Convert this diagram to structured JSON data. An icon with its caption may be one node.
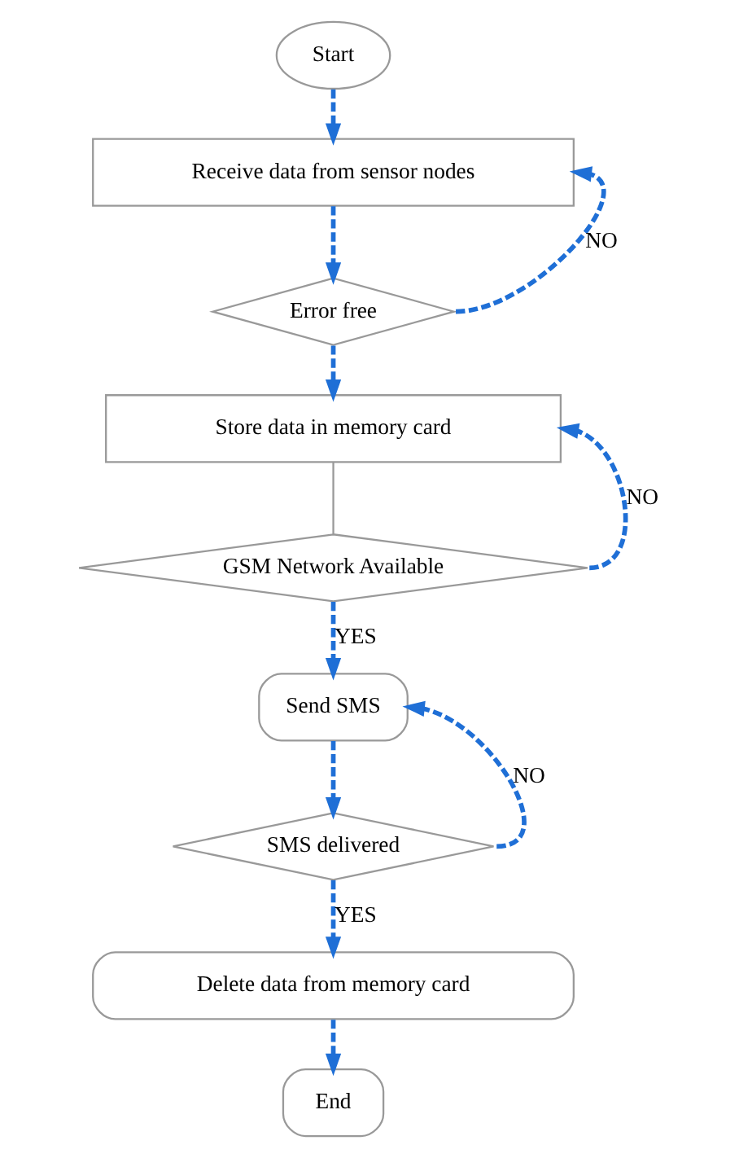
{
  "diagram": {
    "nodes": [
      {
        "text": [
          "Start"
        ]
      },
      {
        "text": [
          "Receive data from sensor nodes"
        ]
      },
      {
        "text": [
          "Error free"
        ]
      },
      {
        "text": [
          "Store data in memory card"
        ]
      },
      {
        "text": [
          "GSM Network Available"
        ]
      },
      {
        "text": [
          "Send SMS"
        ]
      },
      {
        "text": [
          "SMS delivered"
        ]
      },
      {
        "text": [
          "Delete data from memory card"
        ]
      },
      {
        "text": [
          "End"
        ]
      }
    ],
    "edges": [
      {
        "from": 0,
        "to": 1,
        "arrow": "to",
        "style": "dashed",
        "color": "#1f6fd6"
      },
      {
        "from": 1,
        "to": 2,
        "arrow": "to",
        "style": "dashed",
        "color": "#1f6fd6"
      },
      {
        "from": 2,
        "to": 1,
        "arrow": "to",
        "label": "NO",
        "style": "dashed",
        "color": "#1f6fd6"
      },
      {
        "from": 2,
        "to": 3,
        "arrow": "to",
        "style": "dashed",
        "color": "#1f6fd6"
      },
      {
        "from": 3,
        "to": 4,
        "arrow": "none",
        "color": "#999999"
      },
      {
        "from": 4,
        "to": 3,
        "arrow": "to",
        "label": "NO",
        "style": "dashed",
        "color": "#1f6fd6"
      },
      {
        "from": 4,
        "to": 5,
        "arrow": "to",
        "label": "YES",
        "style": "dashed",
        "color": "#1f6fd6"
      },
      {
        "from": 5,
        "to": 6,
        "arrow": "to",
        "style": "dashed",
        "color": "#1f6fd6"
      },
      {
        "from": 6,
        "to": 5,
        "arrow": "to",
        "label": "NO",
        "style": "dashed",
        "color": "#1f6fd6"
      },
      {
        "from": 6,
        "to": 7,
        "arrow": "to",
        "label": "YES",
        "style": "dashed",
        "color": "#1f6fd6"
      },
      {
        "from": 7,
        "to": 8,
        "arrow": "to",
        "style": "dashed",
        "color": "#1f6fd6"
      }
    ]
  }
}
